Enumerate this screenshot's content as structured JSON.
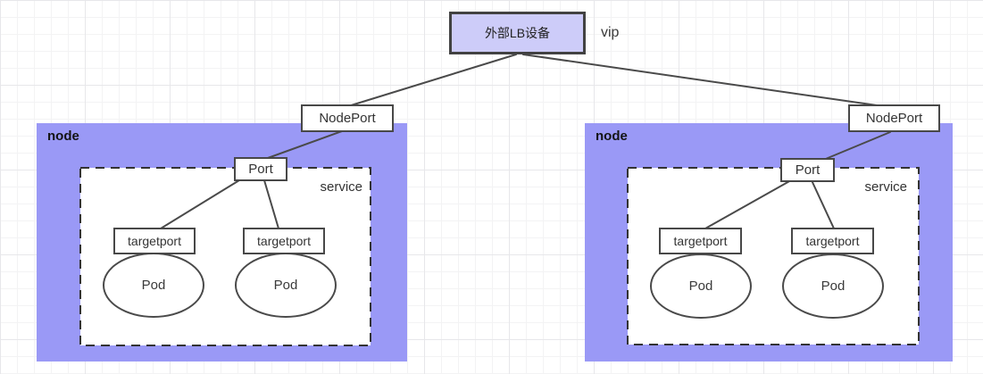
{
  "canvas": {
    "lb": {
      "label": "外部LB设备"
    },
    "vip_label": "vip",
    "nodeports": [
      {
        "label": "NodePort"
      },
      {
        "label": "NodePort"
      }
    ],
    "nodes": [
      {
        "label": "node",
        "service": {
          "label": "service",
          "port": {
            "label": "Port"
          },
          "backends": [
            {
              "targetport_label": "targetport",
              "pod_label": "Pod"
            },
            {
              "targetport_label": "targetport",
              "pod_label": "Pod"
            }
          ]
        }
      },
      {
        "label": "node",
        "service": {
          "label": "service",
          "port": {
            "label": "Port"
          },
          "backends": [
            {
              "targetport_label": "targetport",
              "pod_label": "Pod"
            },
            {
              "targetport_label": "targetport",
              "pod_label": "Pod"
            }
          ]
        }
      }
    ],
    "colors": {
      "node_fill": "#9a99f6",
      "lb_fill": "#cdccf9",
      "shape_border": "#484848",
      "connector": "#4a4a4a",
      "service_dash_border": "#333333",
      "grid_minor": "#f3f3f4",
      "grid_major": "#e7e7ea"
    }
  }
}
